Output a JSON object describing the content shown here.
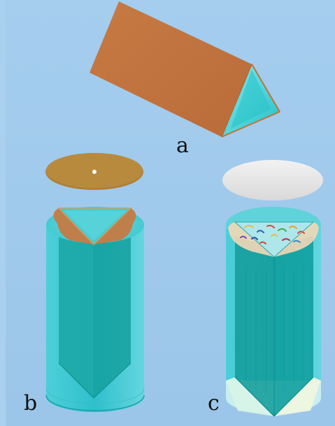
{
  "colors": {
    "background": "#9ec7ea",
    "copper": "#c77a43",
    "cyan": "#34c7cf",
    "lid_copper": "#b8863d",
    "lid_white": "#e8e8e8"
  },
  "figures": [
    {
      "id": "a",
      "label": "a"
    },
    {
      "id": "b",
      "label": "b"
    },
    {
      "id": "c",
      "label": "c"
    }
  ]
}
